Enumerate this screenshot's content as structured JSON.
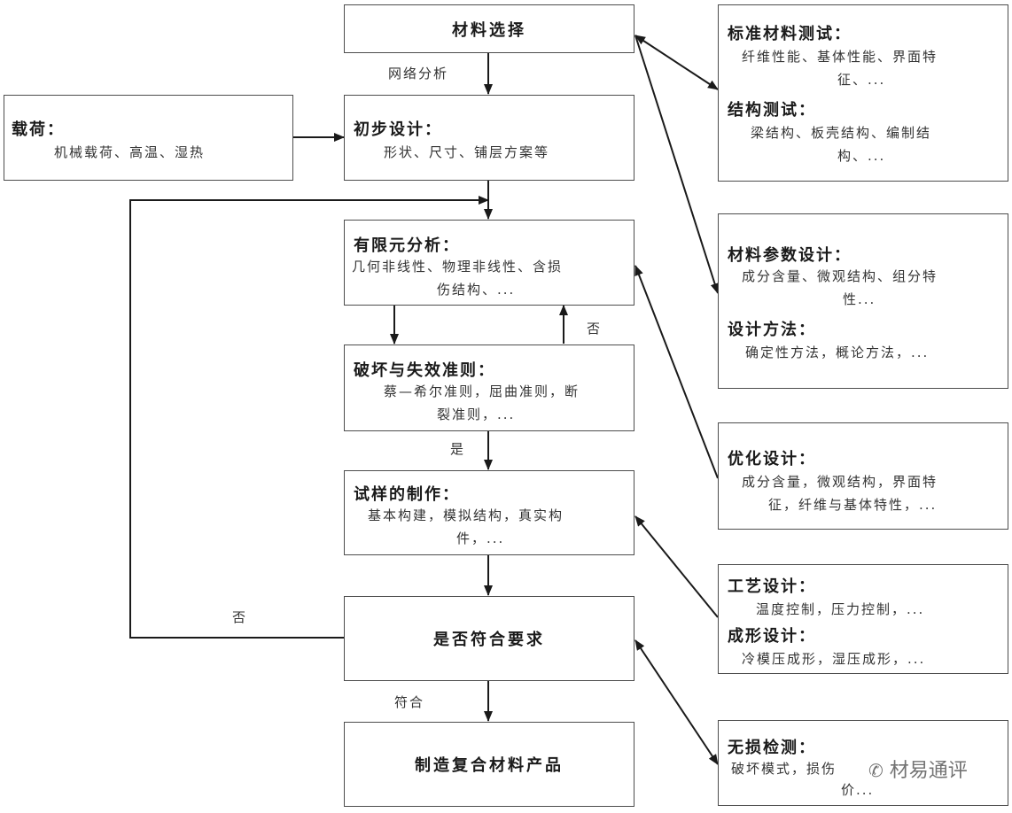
{
  "nodes": {
    "material_selection": "材料选择",
    "load_title": "载荷：",
    "load_desc": "机械载荷、高温、湿热",
    "prelim_title": "初步设计：",
    "prelim_desc": "形状、尺寸、铺层方案等",
    "fea_title": "有限元分析：",
    "fea_desc_1": "几何非线性、物理非线性、含损",
    "fea_desc_2": "伤结构、...",
    "failure_title": "破坏与失效准则：",
    "failure_desc_1": "蔡—希尔准则，屈曲准则，断",
    "failure_desc_2": "裂准则，...",
    "specimen_title": "试样的制作：",
    "specimen_desc_1": "基本构建，模拟结构，真实构",
    "specimen_desc_2": "件，...",
    "meets_req": "是否符合要求",
    "manufacture": "制造复合材料产品"
  },
  "side_boxes": {
    "std_test_title": "标准材料测试：",
    "std_test_desc_1": "纤维性能、基体性能、界面特",
    "std_test_desc_2": "征、...",
    "struct_test_title": "结构测试：",
    "struct_test_desc_1": "梁结构、板壳结构、编制结",
    "struct_test_desc_2": "构、...",
    "param_title": "材料参数设计：",
    "param_desc_1": "成分含量、微观结构、组分特",
    "param_desc_2": "性...",
    "method_title": "设计方法：",
    "method_desc": "确定性方法，概论方法，...",
    "opt_title": "优化设计：",
    "opt_desc_1": "成分含量，微观结构，界面特",
    "opt_desc_2": "征，纤维与基体特性，...",
    "process_title": "工艺设计：",
    "process_desc": "温度控制，压力控制，...",
    "forming_title": "成形设计：",
    "forming_desc": "冷模压成形，湿压成形，...",
    "ndt_title": "无损检测：",
    "ndt_desc_1": "破坏模式，损伤",
    "ndt_desc_2": "价..."
  },
  "edge_labels": {
    "network_analysis": "网络分析",
    "no_right": "否",
    "yes": "是",
    "no_left": "否",
    "conforms": "符合"
  },
  "watermark": "材易通评",
  "colors": {
    "line": "#1a1a1a",
    "border": "#4d4d4d",
    "background": "#ffffff"
  }
}
